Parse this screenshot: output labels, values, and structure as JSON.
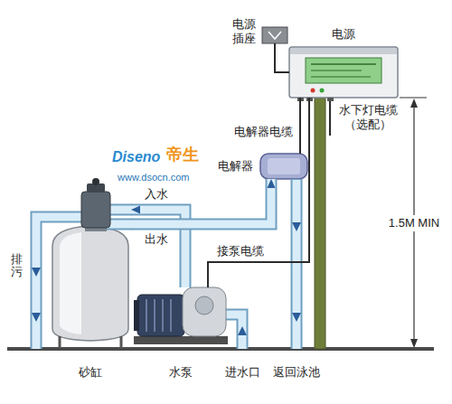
{
  "diagram": {
    "nodes": [
      {
        "text": [
          "电源插座"
        ]
      },
      {
        "text": [
          "电源"
        ]
      },
      {
        "text": [
          "电解器"
        ]
      },
      {
        "text": [
          "砂缸"
        ]
      },
      {
        "text": [
          "水泵"
        ]
      }
    ],
    "edges": [
      {
        "from": 0,
        "to": 1,
        "arrow": "none"
      },
      {
        "from": 1,
        "to": 2,
        "label": "电解器电缆",
        "arrow": "none"
      },
      {
        "from": 1,
        "to": 4,
        "label": "接泵电缆",
        "arrow": "none"
      },
      {
        "from": 4,
        "to": 3,
        "label": "入水",
        "arrow": "to"
      },
      {
        "from": 3,
        "to": 2,
        "label": "出水",
        "arrow": "to"
      }
    ],
    "labels": [
      "水下灯电缆 （选配）",
      "排污",
      "1.5M MIN",
      "进水口",
      "返回泳池",
      "Diseno",
      "帝生",
      "www.dsocn.com"
    ]
  }
}
